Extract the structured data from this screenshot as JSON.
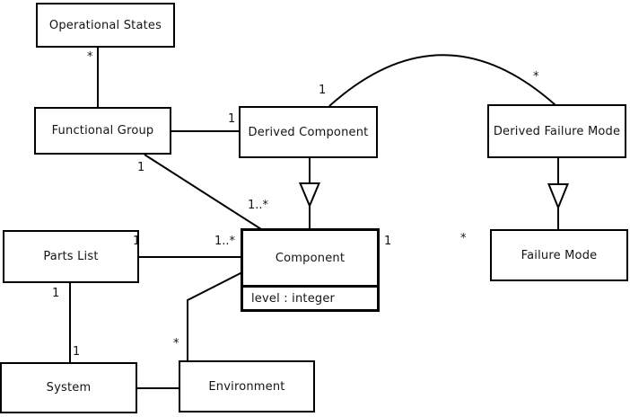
{
  "diagram": {
    "kind": "UML class diagram",
    "background_color": "#ffffff",
    "line_color": "#000000",
    "text_color": "#141414",
    "nodes": {
      "operational_states": {
        "label": "Operational States"
      },
      "functional_group": {
        "label": "Functional Group"
      },
      "derived_component": {
        "label": "Derived Component"
      },
      "derived_failure_mode": {
        "label": "Derived Failure Mode"
      },
      "parts_list": {
        "label": "Parts List"
      },
      "component": {
        "label": "Component",
        "attributes": [
          "level : integer"
        ]
      },
      "failure_mode": {
        "label": "Failure Mode"
      },
      "system": {
        "label": "System"
      },
      "environment": {
        "label": "Environment"
      }
    },
    "edges": {
      "operational_states__functional_group": {
        "relation": "association",
        "mult_operational_states": "*"
      },
      "functional_group__derived_component": {
        "relation": "association",
        "mult_derived_component": "1"
      },
      "functional_group__component": {
        "relation": "association",
        "mult_functional_group": "1",
        "mult_component": "1..*"
      },
      "derived_component__component": {
        "relation": "generalization"
      },
      "derived_component__derived_failure_mode": {
        "relation": "association",
        "mult_derived_component": "1",
        "mult_derived_failure_mode": "*"
      },
      "derived_failure_mode__failure_mode": {
        "relation": "generalization"
      },
      "parts_list__component": {
        "relation": "association",
        "mult_parts_list": "1",
        "mult_component": "1..*"
      },
      "parts_list__system": {
        "relation": "association",
        "mult_parts_list": "1",
        "mult_system": "1"
      },
      "system__environment": {
        "relation": "association"
      },
      "environment__component": {
        "relation": "association",
        "mult_environment": "*"
      }
    }
  }
}
